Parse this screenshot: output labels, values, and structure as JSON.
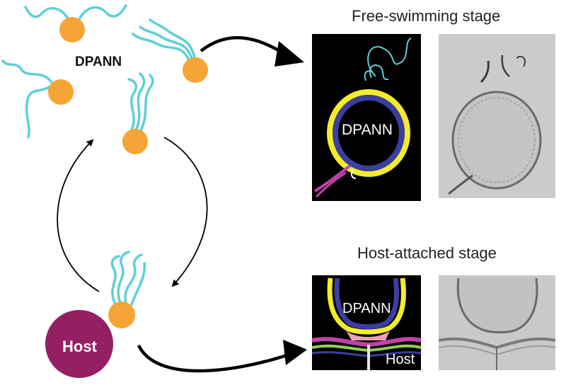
{
  "labels": {
    "free_stage_title": "Free-swimming stage",
    "host_stage_title": "Host-attached stage",
    "dpann": "DPANN",
    "host": "Host"
  },
  "panels": {
    "free_segmentation_label": "DPANN",
    "host_segmentation_dpann_label": "DPANN",
    "host_segmentation_host_label": "Host"
  },
  "colors": {
    "cell_orange": "#f5a535",
    "flagella_cyan": "#5ecfd6",
    "host_magenta": "#951f63",
    "seg_yellow": "#f4ec2a",
    "seg_blue": "#3a3fa0",
    "seg_pink": "#e8a2b3",
    "seg_magenta": "#c241a9",
    "seg_green": "#8fd14f"
  }
}
